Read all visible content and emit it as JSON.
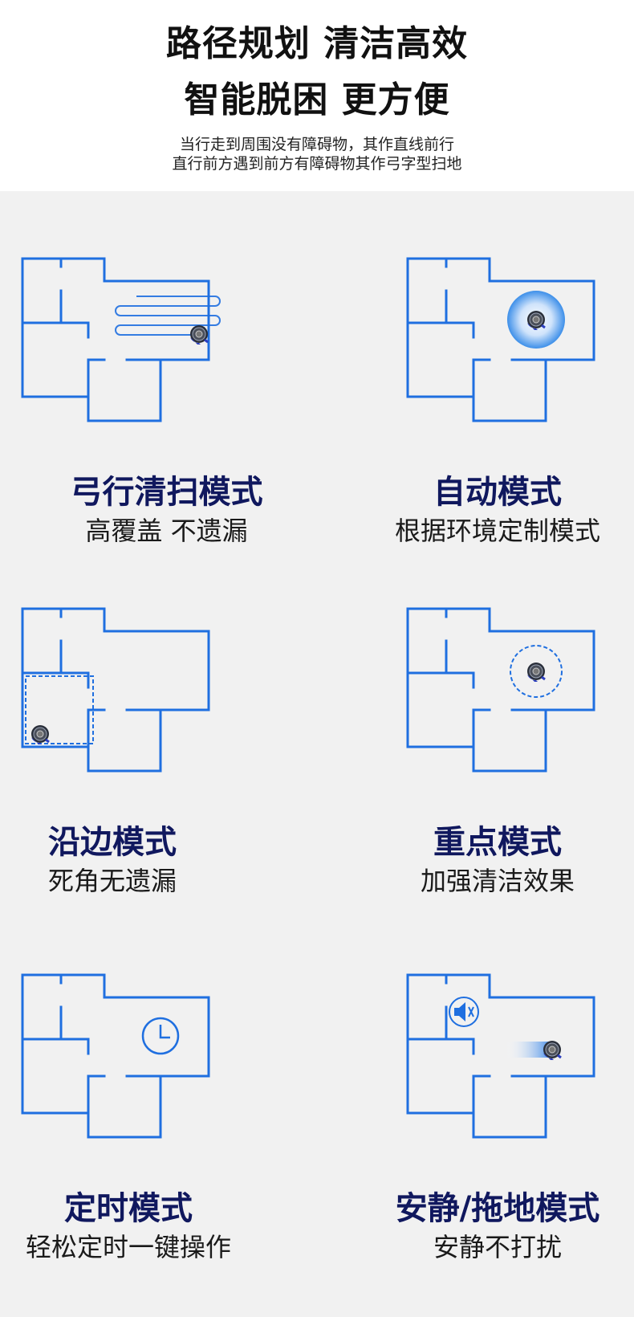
{
  "header": {
    "title_line1": "路径规划 清洁高效",
    "title_line2": "智能脱困 更方便",
    "subtitle_line1": "当行走到周围没有障碍物，其作直线前行",
    "subtitle_line2": "直行前方遇到前方有障碍物其作弓字型扫地"
  },
  "modes": [
    {
      "title": "弓行清扫模式",
      "desc": "高覆盖 不遗漏"
    },
    {
      "title": "自动模式",
      "desc": "根据环境定制模式"
    },
    {
      "title": "沿边模式",
      "desc": "死角无遗漏"
    },
    {
      "title": "重点模式",
      "desc": "加强清洁效果"
    },
    {
      "title": "定时模式",
      "desc": "轻松定时一键操作"
    },
    {
      "title": "安静/拖地模式",
      "desc": "安静不打扰"
    }
  ],
  "colors": {
    "wall": "#1f6fe0",
    "title": "#10185e",
    "background": "#f1f1f1",
    "header_bg": "#ffffff"
  },
  "icons": [
    "robot-vacuum-icon",
    "clock-icon",
    "mute-speaker-icon"
  ]
}
